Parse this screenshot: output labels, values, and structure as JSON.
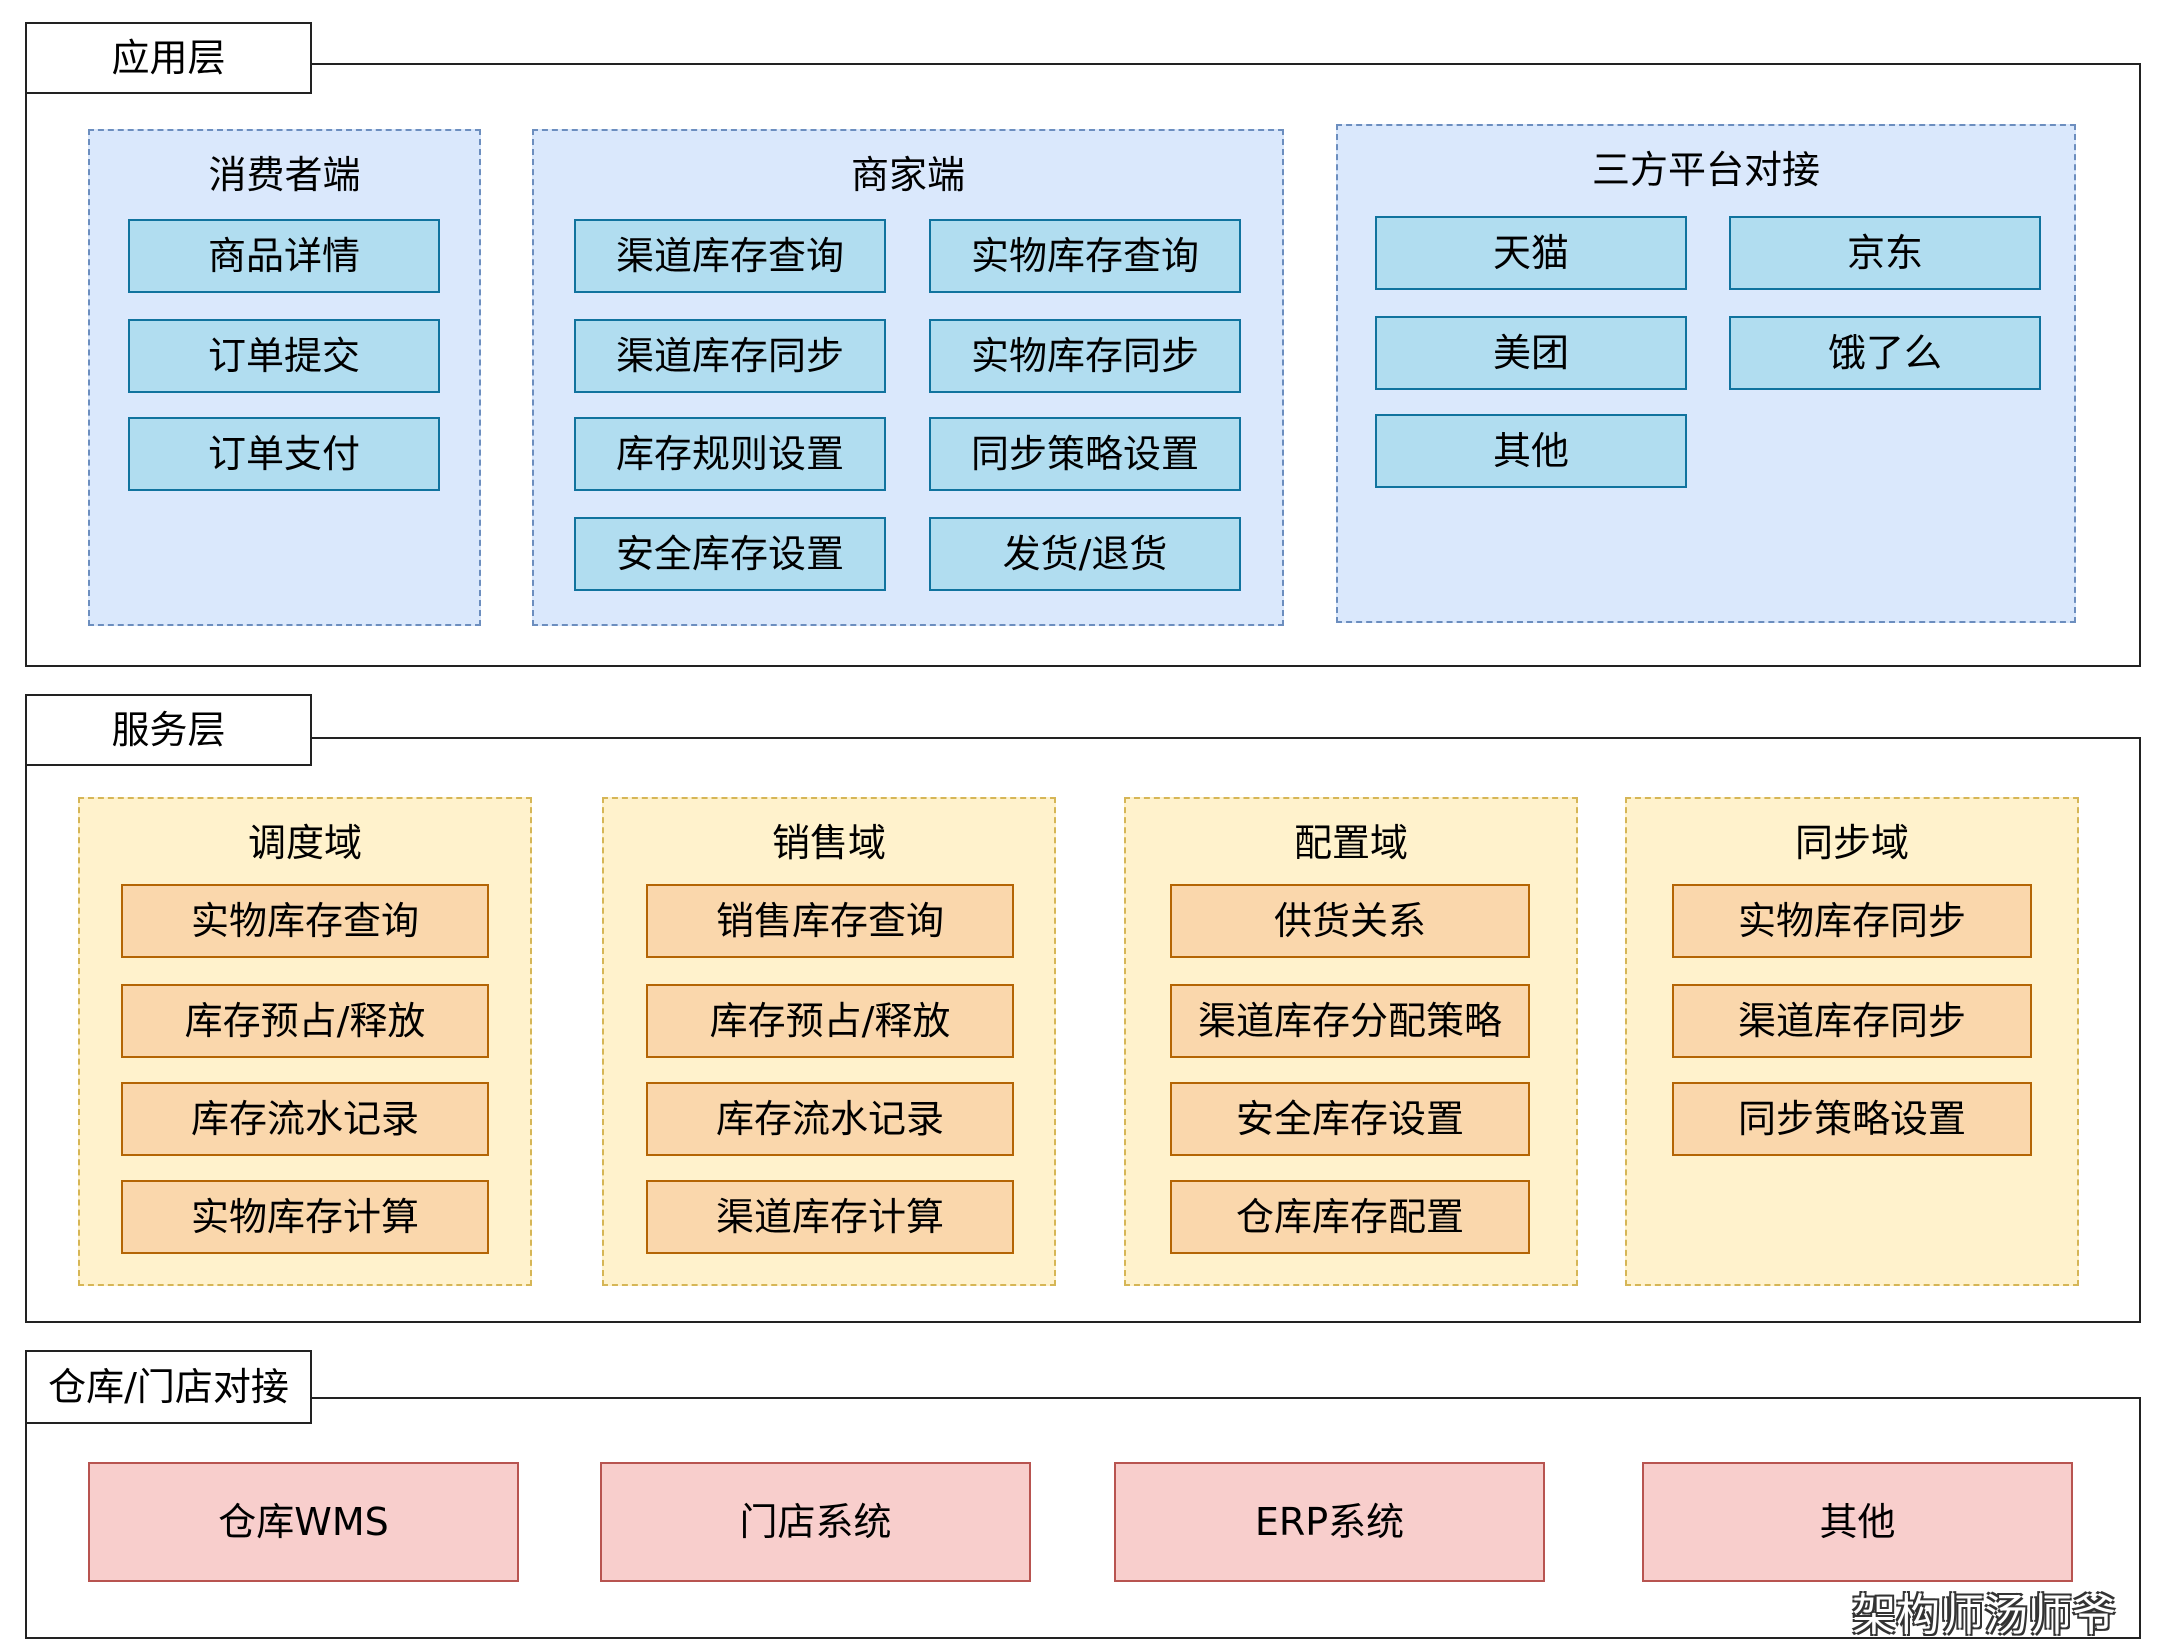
{
  "application_layer": {
    "label": "应用层",
    "groups": [
      {
        "title": "消费者端",
        "items": [
          "商品详情",
          "订单提交",
          "订单支付"
        ]
      },
      {
        "title": "商家端",
        "items": [
          "渠道库存查询",
          "实物库存查询",
          "渠道库存同步",
          "实物库存同步",
          "库存规则设置",
          "同步策略设置",
          "安全库存设置",
          "发货/退货"
        ]
      },
      {
        "title": "三方平台对接",
        "items": [
          "天猫",
          "京东",
          "美团",
          "饿了么",
          "其他"
        ]
      }
    ]
  },
  "service_layer": {
    "label": "服务层",
    "groups": [
      {
        "title": "调度域",
        "items": [
          "实物库存查询",
          "库存预占/释放",
          "库存流水记录",
          "实物库存计算"
        ]
      },
      {
        "title": "销售域",
        "items": [
          "销售库存查询",
          "库存预占/释放",
          "库存流水记录",
          "渠道库存计算"
        ]
      },
      {
        "title": "配置域",
        "items": [
          "供货关系",
          "渠道库存分配策略",
          "安全库存设置",
          "仓库库存配置"
        ]
      },
      {
        "title": "同步域",
        "items": [
          "实物库存同步",
          "渠道库存同步",
          "同步策略设置"
        ]
      }
    ]
  },
  "integration_layer": {
    "label": "仓库/门店对接",
    "items": [
      "仓库WMS",
      "门店系统",
      "ERP系统",
      "其他"
    ]
  },
  "watermark": "架构师汤师爷",
  "colors": {
    "blue_group_fill": "#dae8fc",
    "blue_item_fill": "#b1ddf0",
    "yellow_group_fill": "#fff2cc",
    "orange_item_fill": "#fad7ac",
    "red_item_fill": "#f8cecc"
  }
}
